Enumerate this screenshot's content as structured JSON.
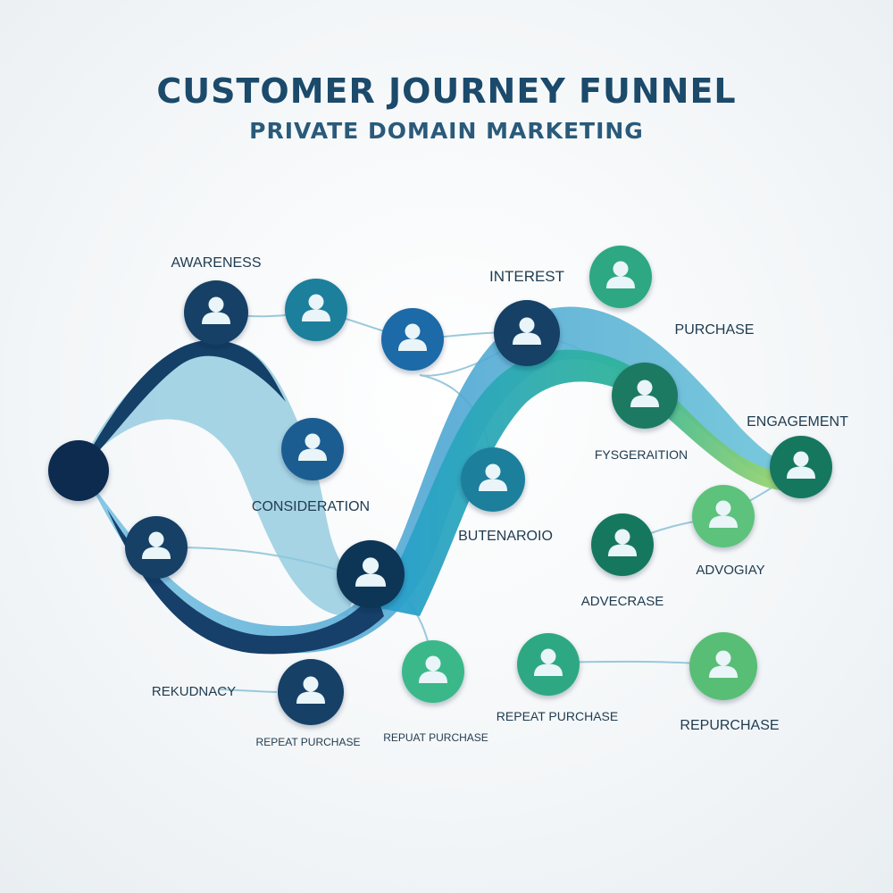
{
  "header": {
    "title": "CUSTOMER JOURNEY FUNNEL",
    "subtitle": "PRIVATE DOMAIN MARKETING"
  },
  "labels": {
    "awareness": "AWARENESS",
    "interest": "INTEREST",
    "purchase": "PURCHASE",
    "engagement": "ENGAGEMENT",
    "consideration": "CONSIDERATION",
    "fysgeraition": "FYSGERAITION",
    "butenaroio": "BUTENAROIO",
    "advogiay": "ADVOGIAY",
    "advecrase": "ADVECRASE",
    "redundancy": "REKUDNACY",
    "repeat_purchase_1": "REPEAT PURCHASE",
    "repeat_purchase_2": "REPUAT PURCHASE",
    "repeat_purchase_3": "REPEAT PURCHASE",
    "repurchase": "REPURCHASE"
  },
  "colors": {
    "navy": "#143f66",
    "dark_blue": "#1d5d91",
    "teal_blue": "#1f7f9c",
    "teal": "#1c8b7a",
    "green": "#2fa882",
    "light_green": "#5cc27b",
    "dark_green": "#19775f"
  }
}
